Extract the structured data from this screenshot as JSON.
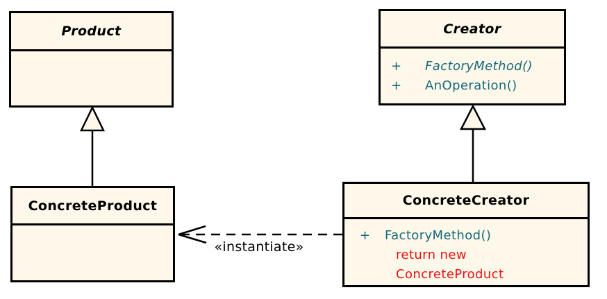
{
  "colors": {
    "background": "#FFFFFF",
    "box_fill": "#FDF8EA",
    "box_border": "#000000",
    "title_text": "#000000",
    "method_text": "#16697A",
    "note_text": "#EE1111",
    "relation_line": "#000000"
  },
  "classes": {
    "product": {
      "name": "Product",
      "name_italic": true
    },
    "creator": {
      "name": "Creator",
      "name_italic": true,
      "methods": [
        {
          "visibility": "+",
          "signature": "FactoryMethod()",
          "italic": true
        },
        {
          "visibility": "+",
          "signature": "AnOperation()",
          "italic": false
        }
      ]
    },
    "concrete_product": {
      "name": "ConcreteProduct",
      "name_italic": false
    },
    "concrete_creator": {
      "name": "ConcreteCreator",
      "name_italic": false,
      "methods": [
        {
          "visibility": "+",
          "signature": "FactoryMethod()",
          "italic": false
        }
      ],
      "note_lines": [
        "return new",
        "ConcreteProduct"
      ]
    }
  },
  "relationships": {
    "generalizations": [
      {
        "from": "ConcreteProduct",
        "to": "Product"
      },
      {
        "from": "ConcreteCreator",
        "to": "Creator"
      }
    ],
    "dependency": {
      "from": "ConcreteCreator",
      "to": "ConcreteProduct",
      "label": "«instantiate»",
      "line_style": "dashed"
    }
  }
}
